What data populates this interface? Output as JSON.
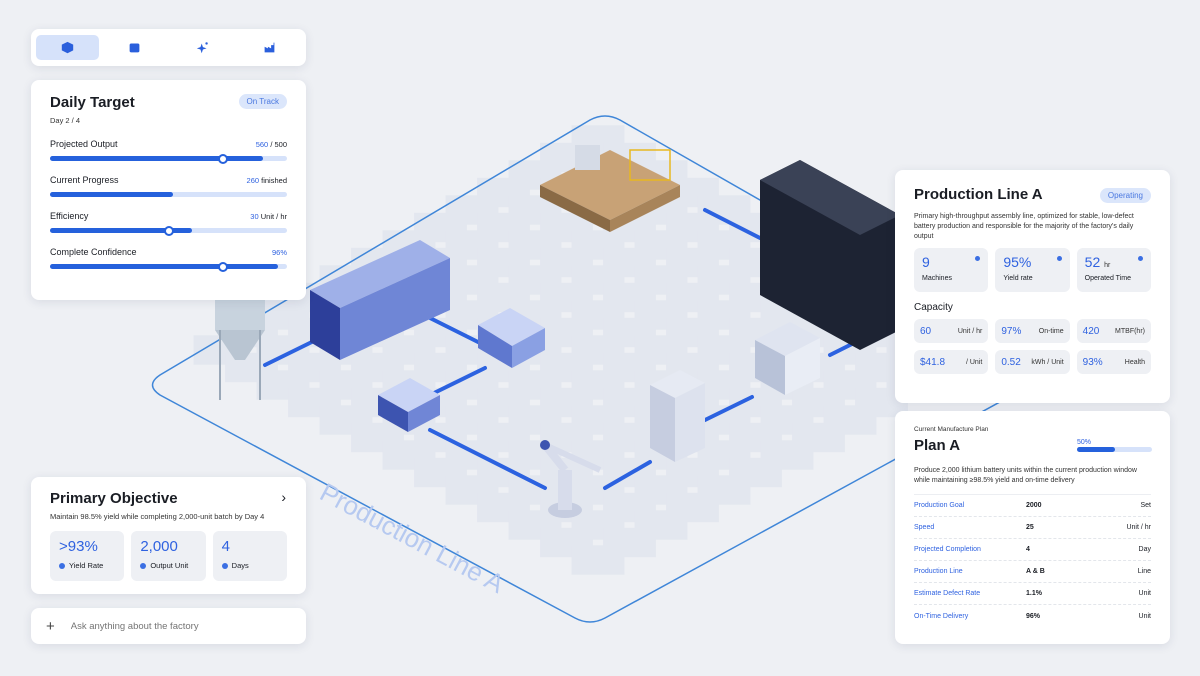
{
  "toolbar": {
    "items": [
      {
        "icon": "cube-icon",
        "active": true
      },
      {
        "icon": "folder-icon"
      },
      {
        "icon": "sparkle-icon"
      },
      {
        "icon": "factory-icon"
      }
    ]
  },
  "scene": {
    "floor_label": "Production Line A"
  },
  "daily_target": {
    "title": "Daily Target",
    "status": "On Track",
    "day": "Day 2 / 4",
    "metrics": [
      {
        "label": "Projected Output",
        "value": "560",
        "unit": "/ 500",
        "fill": 0.9,
        "knob": 0.73
      },
      {
        "label": "Current Progress",
        "value": "260",
        "unit": "finished",
        "fill": 0.52
      },
      {
        "label": "Efficiency",
        "value": "30",
        "unit": "Unit / hr",
        "fill": 0.6,
        "knob": 0.5
      },
      {
        "label": "Complete Confidence",
        "value": "96%",
        "unit": "",
        "fill": 0.96,
        "knob": 0.73
      }
    ]
  },
  "objective": {
    "title": "Primary Objective",
    "desc": "Maintain 98.5% yield while completing 2,000-unit batch by Day 4",
    "stats": [
      {
        "value": ">93%",
        "label": "Yield Rate"
      },
      {
        "value": "2,000",
        "label": "Output Unit"
      },
      {
        "value": "4",
        "label": "Days"
      }
    ]
  },
  "ask": {
    "placeholder": "Ask anything about the factory"
  },
  "line": {
    "title": "Production Line A",
    "status": "Operating",
    "desc": "Primary high-throughput assembly line, optimized for stable, low-defect battery production and responsible for the majority of the factory's daily output",
    "kpis": [
      {
        "value": "9",
        "unit": "",
        "label": "Machines"
      },
      {
        "value": "95%",
        "unit": "",
        "label": "Yield rate"
      },
      {
        "value": "52",
        "unit": "hr",
        "label": "Operated Time"
      }
    ],
    "capacity_title": "Capacity",
    "capacity": [
      {
        "value": "60",
        "label": "Unit / hr"
      },
      {
        "value": "97%",
        "label": "On-time"
      },
      {
        "value": "420",
        "label": "MTBF(hr)"
      },
      {
        "value": "$41.8",
        "label": "/ Unit"
      },
      {
        "value": "0.52",
        "label": "kWh / Unit"
      },
      {
        "value": "93%",
        "label": "Health"
      }
    ]
  },
  "plan": {
    "label": "Current Manufacture Plan",
    "title": "Plan A",
    "progress": "50%",
    "progress_value": 0.5,
    "desc": "Produce 2,000 lithium battery units within the current production window while maintaining ≥98.5% yield and on-time delivery",
    "rows": [
      {
        "k": "Production Goal",
        "v": "2000",
        "u": "Set"
      },
      {
        "k": "Speed",
        "v": "25",
        "u": "Unit / hr"
      },
      {
        "k": "Projected Completion",
        "v": "4",
        "u": "Day"
      },
      {
        "k": "Production Line",
        "v": "A & B",
        "u": "Line"
      },
      {
        "k": "Estimate Defect Rate",
        "v": "1.1%",
        "u": "Unit"
      },
      {
        "k": "On-Time Delivery",
        "v": "96%",
        "u": "Unit"
      }
    ]
  }
}
